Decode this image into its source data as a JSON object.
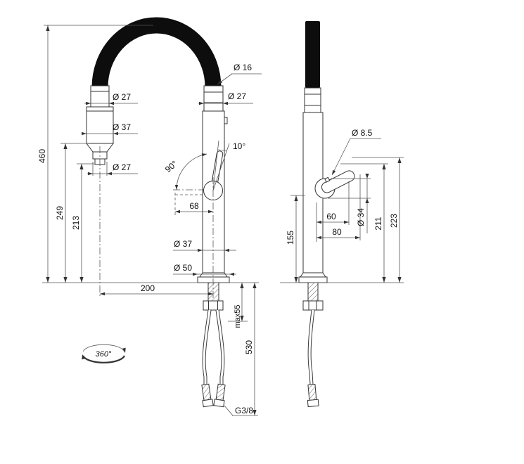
{
  "front": {
    "d_spring": "Ø 16",
    "d_collar_left": "Ø 27",
    "d_collar_right": "Ø 27",
    "d_spray_body": "Ø 37",
    "d_spray_tip": "Ø 27",
    "h_total": "460",
    "h_spray_body": "249",
    "h_spray_tip": "213",
    "a_swivel": "90°",
    "a_lever": "10°",
    "w_lever": "68",
    "d_column": "Ø 37",
    "d_base": "Ø 50",
    "w_reach": "200",
    "h_deck_max": "max55",
    "h_hose": "530",
    "thread": "G3/8",
    "a_rotation": "360°"
  },
  "side": {
    "d_pin": "Ø 8.5",
    "w_handle_inner": "60",
    "w_handle_outer": "80",
    "d_joint": "Ø 34",
    "h_pivot": "211",
    "h_lever_top": "223",
    "h_body": "155"
  }
}
